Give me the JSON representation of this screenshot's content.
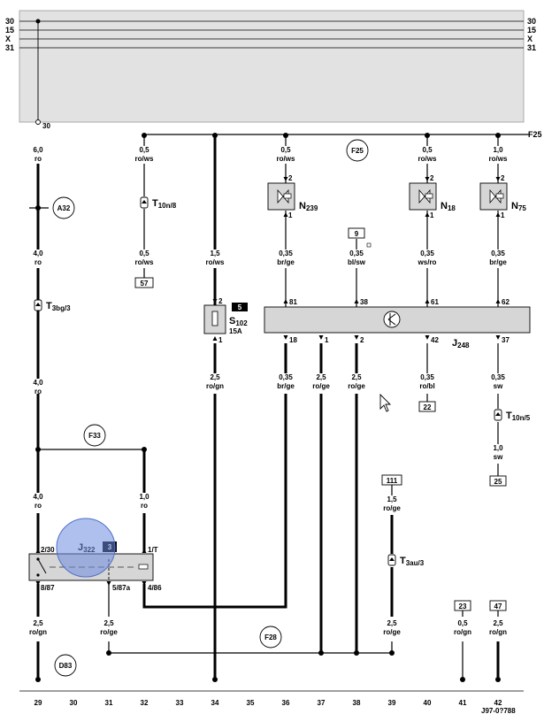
{
  "rails": [
    "30",
    "15",
    "X",
    "31"
  ],
  "top_tap": "30",
  "nets": {
    "f25": "F25",
    "f33": "F33",
    "f28": "F28",
    "a32": "A32",
    "d83": "D83"
  },
  "wires": {
    "w29a": {
      "g": "6,0",
      "c": "ro"
    },
    "w29b": {
      "g": "4,0",
      "c": "ro"
    },
    "w29c": {
      "g": "4,0",
      "c": "ro"
    },
    "w29d": {
      "g": "4,0",
      "c": "ro"
    },
    "w29e": {
      "g": "2,5",
      "c": "ro/gn"
    },
    "w32a": {
      "g": "0,5",
      "c": "ro/ws"
    },
    "w32b": {
      "g": "0,5",
      "c": "ro/ws"
    },
    "w32c": {
      "g": "1,0",
      "c": "ro"
    },
    "w34a": {
      "g": "1,5",
      "c": "ro/ws"
    },
    "w34b": {
      "g": "2,5",
      "c": "ro/gn"
    },
    "w36a": {
      "g": "0,5",
      "c": "ro/ws"
    },
    "w36b": {
      "g": "0,35",
      "c": "br/ge"
    },
    "w36c": {
      "g": "0,35",
      "c": "br/ge"
    },
    "w37": {
      "g": "2,5",
      "c": "ro/ge"
    },
    "w38a": {
      "g": "0,35",
      "c": "bl/sw"
    },
    "w38b": {
      "g": "2,5",
      "c": "ro/ge"
    },
    "w40a": {
      "g": "0,5",
      "c": "ro/ws"
    },
    "w40b": {
      "g": "0,35",
      "c": "ws/ro"
    },
    "w40c": {
      "g": "0,35",
      "c": "ro/bl"
    },
    "w42a": {
      "g": "1,0",
      "c": "ro/ws"
    },
    "w42b": {
      "g": "0,35",
      "c": "br/ge"
    },
    "w42c": {
      "g": "0,35",
      "c": "sw"
    },
    "w42d": {
      "g": "1,0",
      "c": "sw"
    },
    "w42e": {
      "g": "2,5",
      "c": "ro/gn"
    },
    "w31": {
      "g": "2,5",
      "c": "ro/ge"
    },
    "w39a": {
      "g": "1,5",
      "c": "ro/ge"
    },
    "w39b": {
      "g": "2,5",
      "c": "ro/ge"
    },
    "w41": {
      "g": "0,5",
      "c": "ro/gn"
    }
  },
  "connectors": {
    "t10n8": {
      "n": "T",
      "s": "10n/8"
    },
    "t3bg3": {
      "n": "T",
      "s": "3bg/3"
    },
    "t10n5": {
      "n": "T",
      "s": "10n/5"
    },
    "t3au3": {
      "n": "T",
      "s": "3au/3"
    }
  },
  "refs": {
    "r57": "57",
    "r9": "9",
    "r22": "22",
    "r25": "25",
    "r111": "111",
    "r23": "23",
    "r47": "47"
  },
  "components": {
    "n239": {
      "n": "N",
      "s": "239",
      "p_top": "2",
      "p_bot": "1"
    },
    "n18": {
      "n": "N",
      "s": "18",
      "p_top": "2",
      "p_bot": "1"
    },
    "n75": {
      "n": "N",
      "s": "75",
      "p_top": "2",
      "p_bot": "1"
    },
    "s102": {
      "n": "S",
      "s": "102",
      "rating": "15A",
      "badge": "5",
      "p_top": "2",
      "p_bot": "1"
    },
    "j248": {
      "n": "J",
      "s": "248",
      "pins_top": [
        "81",
        "38",
        "61",
        "62"
      ],
      "pins_bot": [
        "18",
        "1",
        "2",
        "42",
        "37"
      ]
    },
    "j322": {
      "n": "J",
      "s": "322",
      "badge": "3",
      "p_tl": "2/30",
      "p_tr": "1/T",
      "p_bl": "8/87",
      "p_bm": "5/87a",
      "p_br": "4/86"
    }
  },
  "columns": [
    "29",
    "30",
    "31",
    "32",
    "33",
    "34",
    "35",
    "36",
    "37",
    "38",
    "39",
    "40",
    "41",
    "42"
  ],
  "image_id": "J97-0?788"
}
